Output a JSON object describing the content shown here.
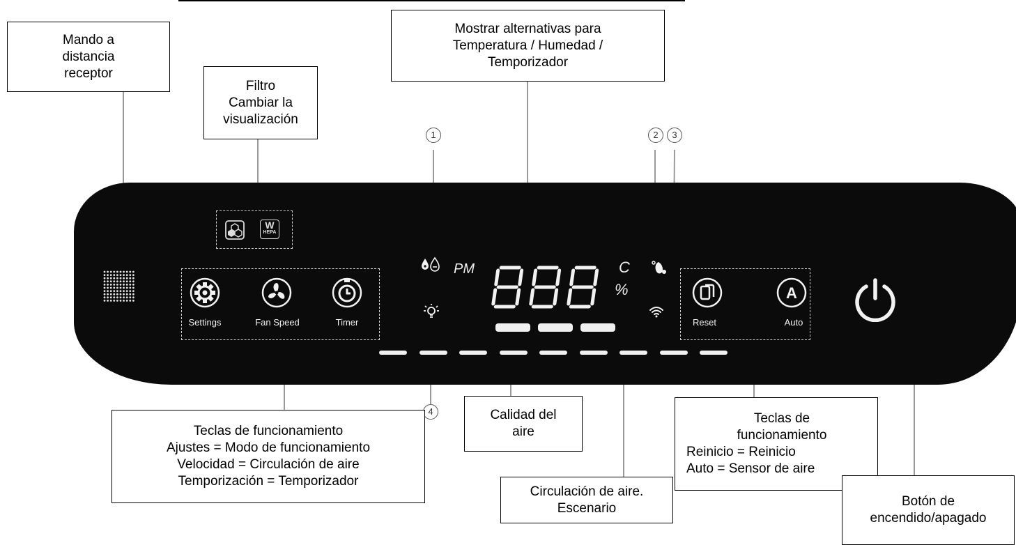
{
  "callouts": {
    "remote_receiver": [
      "Mando a",
      "distancia",
      "receptor"
    ],
    "filter": [
      "Filtro",
      "Cambiar la",
      "visualización"
    ],
    "display": [
      "Mostrar alternativas para",
      "Temperatura / Humedad /",
      "Temporizador"
    ],
    "operation_keys_left": [
      "Teclas de funcionamiento",
      "Ajustes = Modo de funcionamiento",
      "Velocidad = Circulación de aire",
      "Temporización = Temporizador"
    ],
    "air_quality": [
      "Calidad del",
      "aire"
    ],
    "air_circulation": [
      "Circulación de aire.",
      "Escenario"
    ],
    "operation_keys_right": [
      "Teclas de",
      "funcionamiento",
      "Reinicio = Reinicio",
      "Auto = Sensor de aire"
    ],
    "power_button": [
      "Botón de",
      "encendido/apagado"
    ]
  },
  "indicator_numbers": [
    "1",
    "2",
    "3",
    "4"
  ],
  "panel": {
    "keys_left": [
      {
        "label": "Settings",
        "icon": "gear-icon"
      },
      {
        "label": "Fan Speed",
        "icon": "fan-icon"
      },
      {
        "label": "Timer",
        "icon": "timer-icon"
      }
    ],
    "keys_right": [
      {
        "label": "Reset",
        "icon": "reset-icon"
      },
      {
        "label": "Auto",
        "icon": "auto-icon"
      }
    ],
    "display_digits": "888",
    "pm_label": "PM",
    "unit_c": "C",
    "unit_percent": "%",
    "auto_letter": "A",
    "hepa_text": "HEPA",
    "hepa_mark": "W",
    "air_quality_segments": 9,
    "circulation_segments": 3
  },
  "colors": {
    "panel_background": "#0b0b0b",
    "panel_foreground": "#f2f2f2",
    "leader_line": "#9a9a9a"
  }
}
